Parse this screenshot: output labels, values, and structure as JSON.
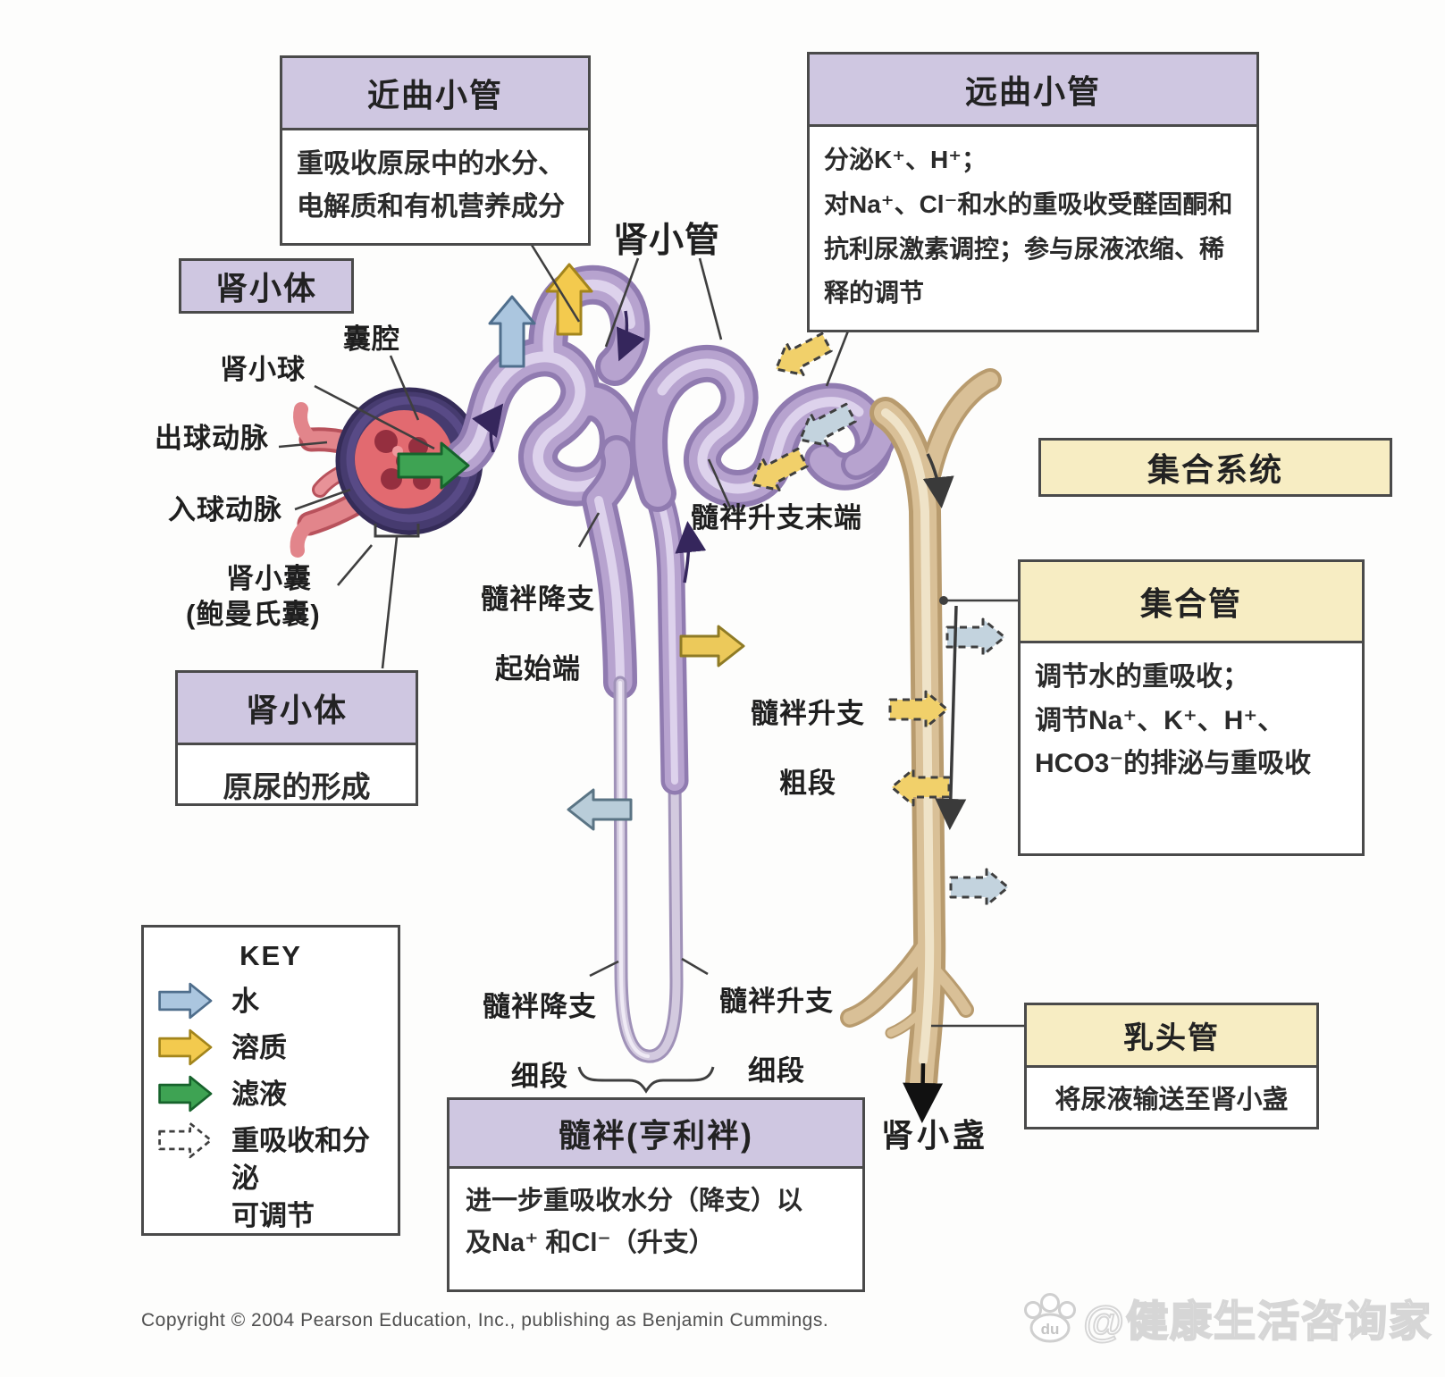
{
  "palette": {
    "purple_header": "#cfc7e1",
    "yellow_header": "#f7edc3",
    "box_border": "#4a4a4a",
    "tubule_purple": "#b7a3cf",
    "collecting_duct_tan": "#d9c097",
    "water_arrow_blue": "#abc6df",
    "solute_arrow_yellow": "#f3ca4e",
    "filtrate_arrow_green": "#3ea353",
    "corpuscle_dark": "#463b6f",
    "glomerulus_red": "#e26a70"
  },
  "boxes": {
    "proximal": {
      "title": "近曲小管",
      "body": "重吸收原尿中的水分、\n电解质和有机营养成分"
    },
    "distal": {
      "title": "远曲小管",
      "body": "分泌K⁺、H⁺；\n对Na⁺、Cl⁻和水的重吸收受醛固酮和\n抗利尿激素调控；参与尿液浓缩、稀\n释的调节"
    },
    "corpuscle_label": {
      "title": "肾小体"
    },
    "corpuscle_info": {
      "title": "肾小体",
      "body": "原尿的形成"
    },
    "collecting_system": {
      "title": "集合系统"
    },
    "collecting_duct": {
      "title": "集合管",
      "body": "调节水的重吸收；\n调节Na⁺、K⁺、H⁺、\nHCO3⁻的排泌与重吸收"
    },
    "papillary_duct": {
      "title": "乳头管",
      "body": "将尿液输送至肾小盏"
    },
    "loop_of_henle": {
      "title": "髓袢(亨利袢)",
      "body": "进一步重吸收水分（降支）以\n及Na⁺ 和Cl⁻（升支）"
    }
  },
  "labels": {
    "renal_tubule": "肾小管",
    "capsular_space": "囊腔",
    "glomerulus": "肾小球",
    "efferent_arteriole": "出球动脉",
    "afferent_arteriole": "入球动脉",
    "bowman_capsule_1": "肾小囊",
    "bowman_capsule_2": "(鲍曼氏囊)",
    "descending_start_1": "髓袢降支",
    "descending_start_2": "起始端",
    "ascending_end": "髓袢升支末端",
    "ascending_thick_1": "髓袢升支",
    "ascending_thick_2": "粗段",
    "descending_thin_1": "髓袢降支",
    "descending_thin_2": "细段",
    "ascending_thin_1": "髓袢升支",
    "ascending_thin_2": "细段",
    "minor_calyx": "肾小盏"
  },
  "key": {
    "title": "KEY",
    "items": [
      {
        "icon": "water-arrow",
        "label": "水"
      },
      {
        "icon": "solute-arrow",
        "label": "溶质"
      },
      {
        "icon": "filtrate-arrow",
        "label": "滤液"
      },
      {
        "icon": "adjustable-arrow",
        "label": "重吸收和分泌\n可调节"
      }
    ]
  },
  "footer": {
    "copyright": "Copyright © 2004 Pearson Education, Inc., publishing as Benjamin Cummings."
  },
  "watermark": {
    "paw_text": "du",
    "handle": "@健康生活咨询家"
  }
}
